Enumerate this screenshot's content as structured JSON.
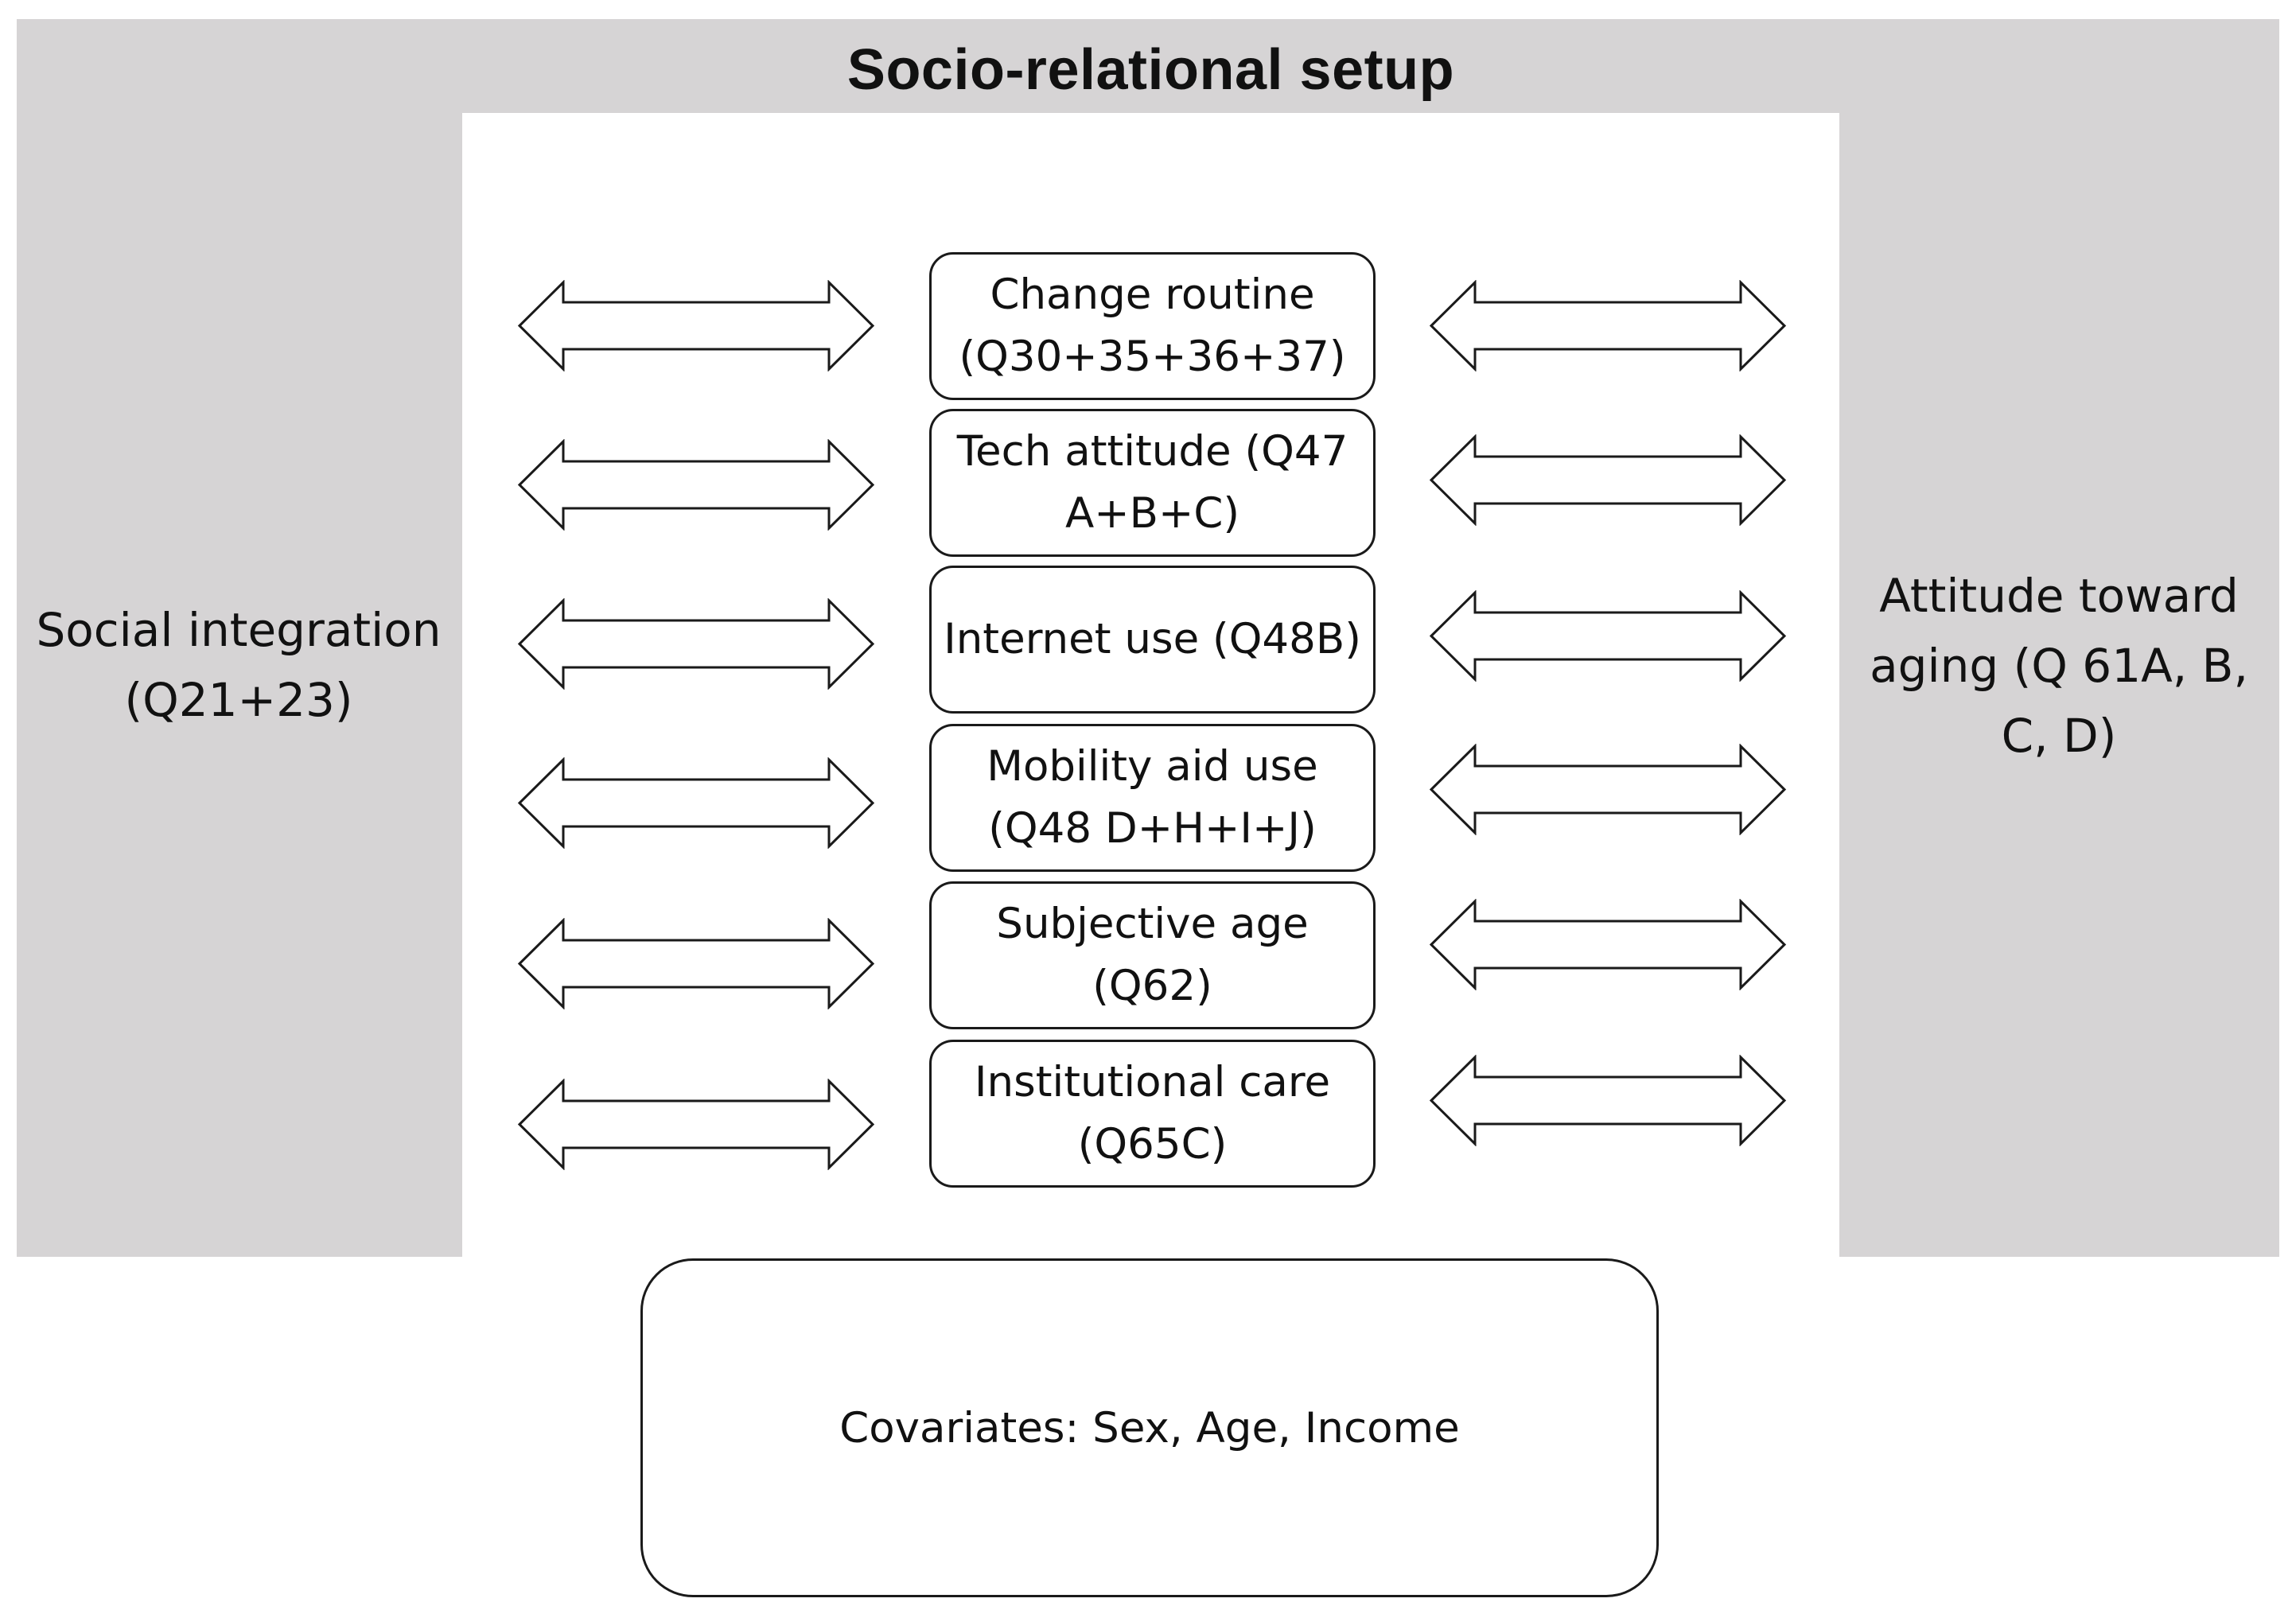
{
  "title": "Socio-relational setup",
  "left_node": {
    "line1": "Social integration",
    "line2": "(Q21+23)"
  },
  "right_node": {
    "line1": "Attitude toward",
    "line2": "aging  (Q 61A, B,",
    "line3": "C, D)"
  },
  "mediators": [
    {
      "line1": "Change routine",
      "line2": "(Q30+35+36+37)"
    },
    {
      "line1": "Tech attitude (Q47",
      "line2": "A+B+C)"
    },
    {
      "line1": "Internet use (Q48B)",
      "line2": ""
    },
    {
      "line1": "Mobility aid use",
      "line2": "(Q48 D+H+I+J)"
    },
    {
      "line1": "Subjective age",
      "line2": "(Q62)"
    },
    {
      "line1": "Institutional care",
      "line2": "(Q65C)"
    }
  ],
  "covariates": "Covariates: Sex, Age, Income",
  "connector": {
    "type": "double-headed block arrow",
    "count_per_side": 6
  }
}
